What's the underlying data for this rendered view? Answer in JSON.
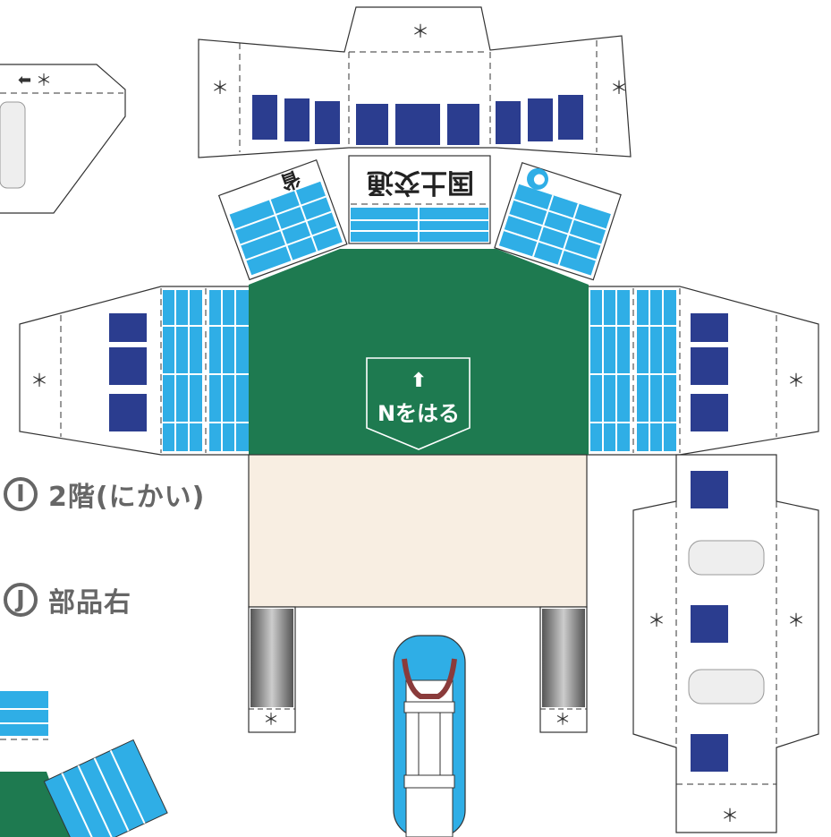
{
  "labels": {
    "section_i": {
      "letter": "I",
      "text": "2階(にかい)"
    },
    "section_j": {
      "letter": "J",
      "text": "部品右"
    }
  },
  "sign": {
    "arrow": "⬆",
    "text": "Nをはる"
  },
  "building_sign": "国土交通",
  "glue_mark": "＊",
  "colors": {
    "navy": "#2b3d8f",
    "sky": "#2faee6",
    "green": "#1e7a50",
    "cream": "#f8eee2",
    "outline": "#333333"
  }
}
